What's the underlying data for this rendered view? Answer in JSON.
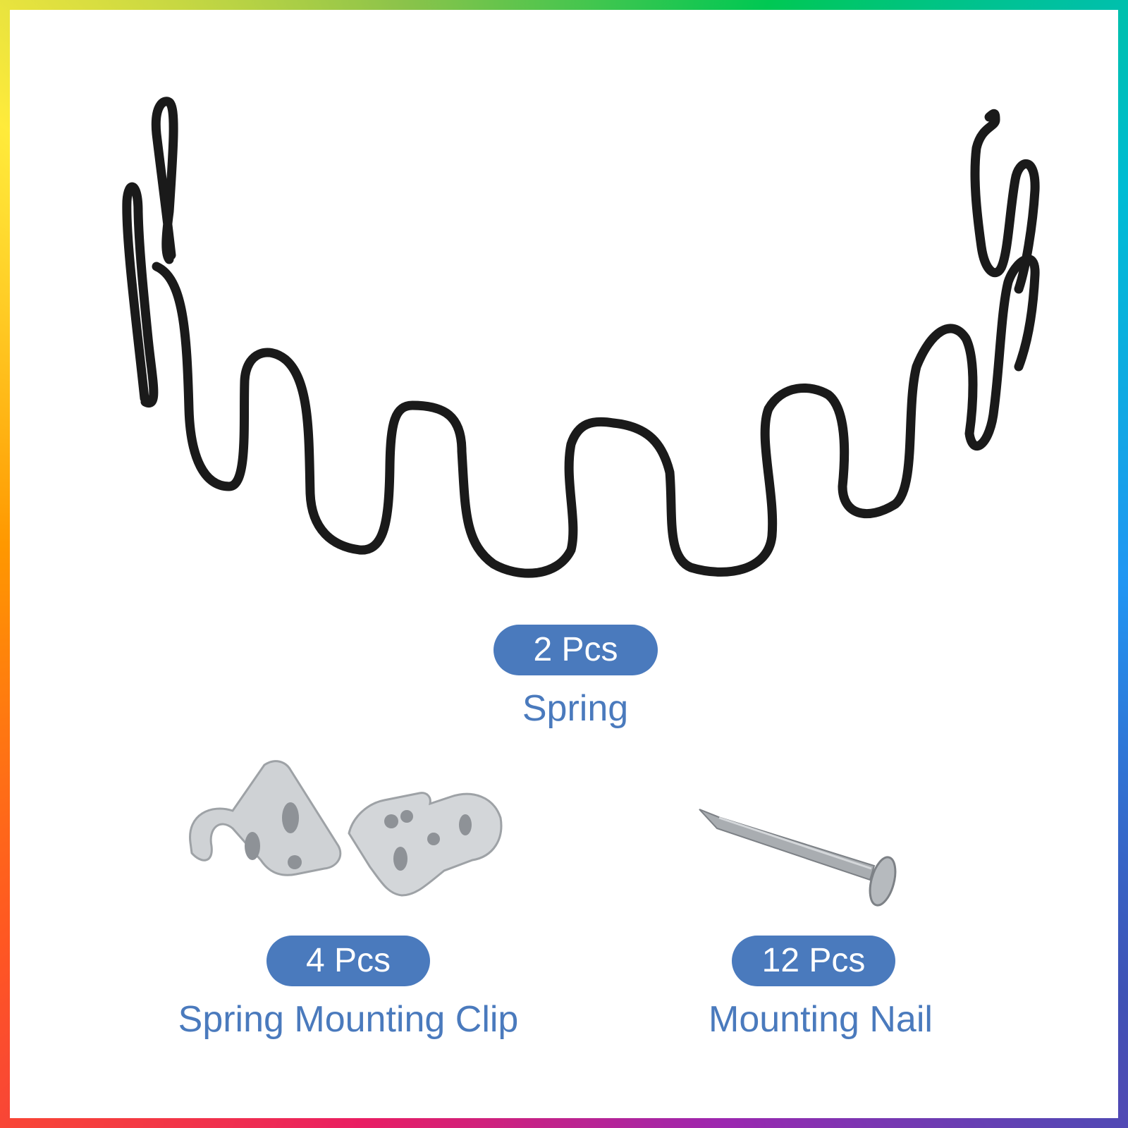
{
  "colors": {
    "accent": "#4a7abd",
    "background": "#ffffff",
    "spring_wire": "#1a1a1a",
    "metal": "#c5c8cb"
  },
  "items": [
    {
      "quantity": "2 Pcs",
      "name": "Spring",
      "icon": "zigzag-spring-icon"
    },
    {
      "quantity": "4 Pcs",
      "name": "Spring Mounting Clip",
      "icon": "mounting-clip-icon"
    },
    {
      "quantity": "12 Pcs",
      "name": "Mounting Nail",
      "icon": "nail-icon"
    }
  ]
}
